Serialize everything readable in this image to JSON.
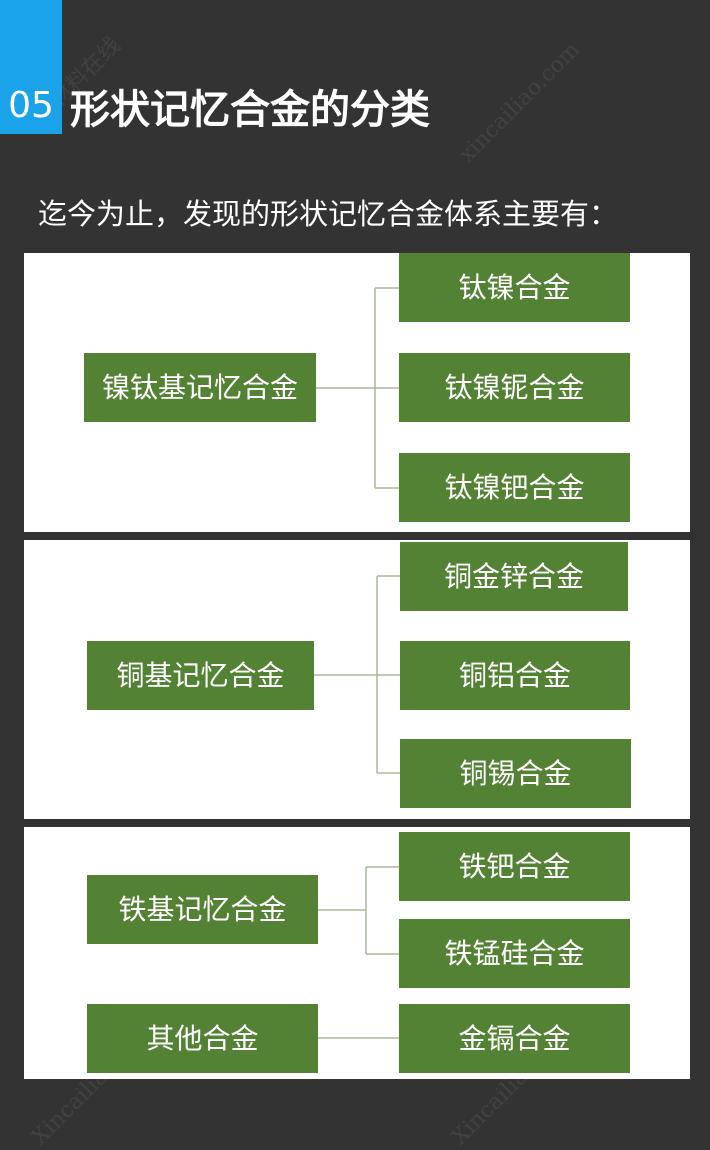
{
  "header": {
    "section_number": "05",
    "title": "形状记忆合金的分类"
  },
  "intro": "迄今为止，发现的形状记忆合金体系主要有：",
  "watermarks": [
    "材料在线",
    "xincailiao.com",
    "Xincailiao"
  ],
  "categories": [
    {
      "name": "镍钛基记忆合金",
      "children": [
        "钛镍合金",
        "钛镍铌合金",
        "钛镍钯合金"
      ]
    },
    {
      "name": "铜基记忆合金",
      "children": [
        "铜金锌合金",
        "铜铝合金",
        "铜锡合金"
      ]
    },
    {
      "name": "铁基记忆合金",
      "children": [
        "铁钯合金",
        "铁锰硅合金"
      ]
    },
    {
      "name": "其他合金",
      "children": [
        "金镉合金"
      ]
    }
  ],
  "colors": {
    "background": "#333333",
    "badge": "#1aa3e8",
    "node": "#548235",
    "panel": "#ffffff",
    "connector": "#a9b89a"
  }
}
